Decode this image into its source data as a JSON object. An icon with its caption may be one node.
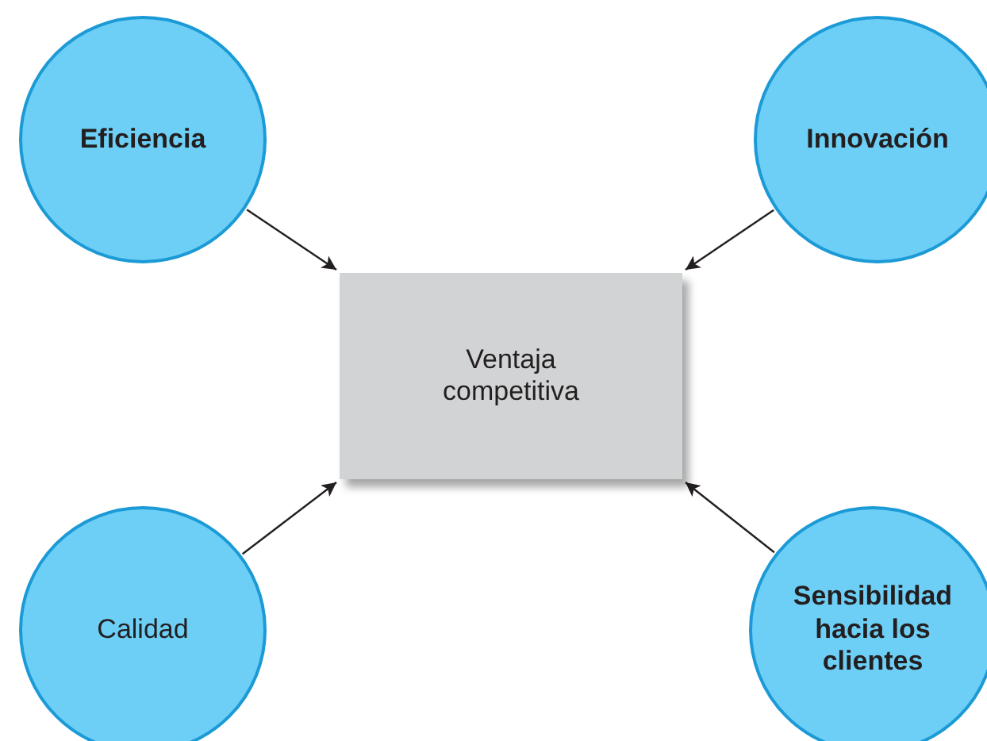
{
  "diagram": {
    "nodes": [
      {
        "text": [
          "Eficiencia"
        ]
      },
      {
        "text": [
          "Innovación"
        ]
      },
      {
        "text": [
          "Ventaja competitiva"
        ]
      },
      {
        "text": [
          "Calidad"
        ]
      },
      {
        "text": [
          "Sensibilidad hacia los clientes"
        ]
      }
    ],
    "edges": [
      {
        "from": 0,
        "to": 2,
        "arrow": "to"
      },
      {
        "from": 1,
        "to": 2,
        "arrow": "to"
      },
      {
        "from": 3,
        "to": 2,
        "arrow": "to"
      },
      {
        "from": 4,
        "to": 2,
        "arrow": "to"
      }
    ]
  }
}
